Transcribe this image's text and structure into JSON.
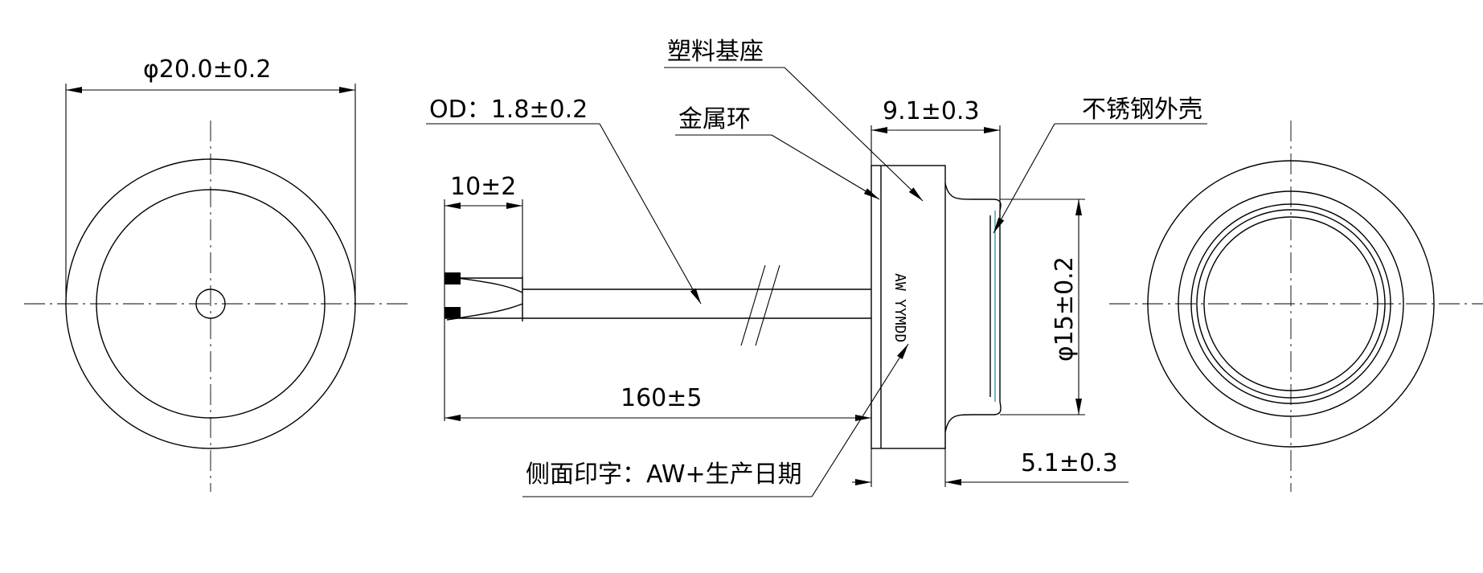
{
  "dimensions": {
    "outer_diameter": "φ20.0±0.2",
    "cable_od": "OD：1.8±0.2",
    "strip_length": "10±2",
    "cable_length": "160±5",
    "body_length": "9.1±0.3",
    "shell_diameter": "φ15±0.2",
    "shell_length": "5.1±0.3"
  },
  "labels": {
    "plastic_base": "塑料基座",
    "metal_ring": "金属环",
    "stainless_shell": "不锈钢外壳",
    "side_print": "侧面印字：AW+生产日期"
  },
  "side_marking": {
    "line1": "AW",
    "line2": "YYMDD"
  }
}
